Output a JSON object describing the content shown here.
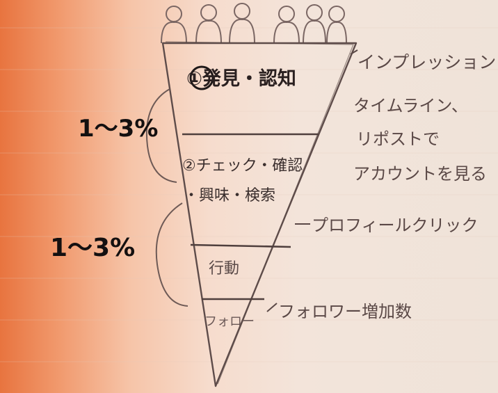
{
  "funnel": {
    "stage_1_label": "①発見・認知",
    "stage_2_label": "②チェック・確認",
    "stage_2_sub": "・興味・検索",
    "stage_3_label": "行動",
    "stage_4_label": "フォロー"
  },
  "annotations": {
    "impression": "インプレッション",
    "timeline_1": "タイムライン、",
    "timeline_2": "リポストで",
    "timeline_3": "アカウントを見る",
    "profile_click": "プロフィールクリック",
    "follower_increase": "フォロワー増加数"
  },
  "rates": {
    "rate_upper": "1〜3%",
    "rate_lower": "1〜3%"
  },
  "colors": {
    "pencil": "#6e5a56",
    "ink": "#1a1414"
  }
}
